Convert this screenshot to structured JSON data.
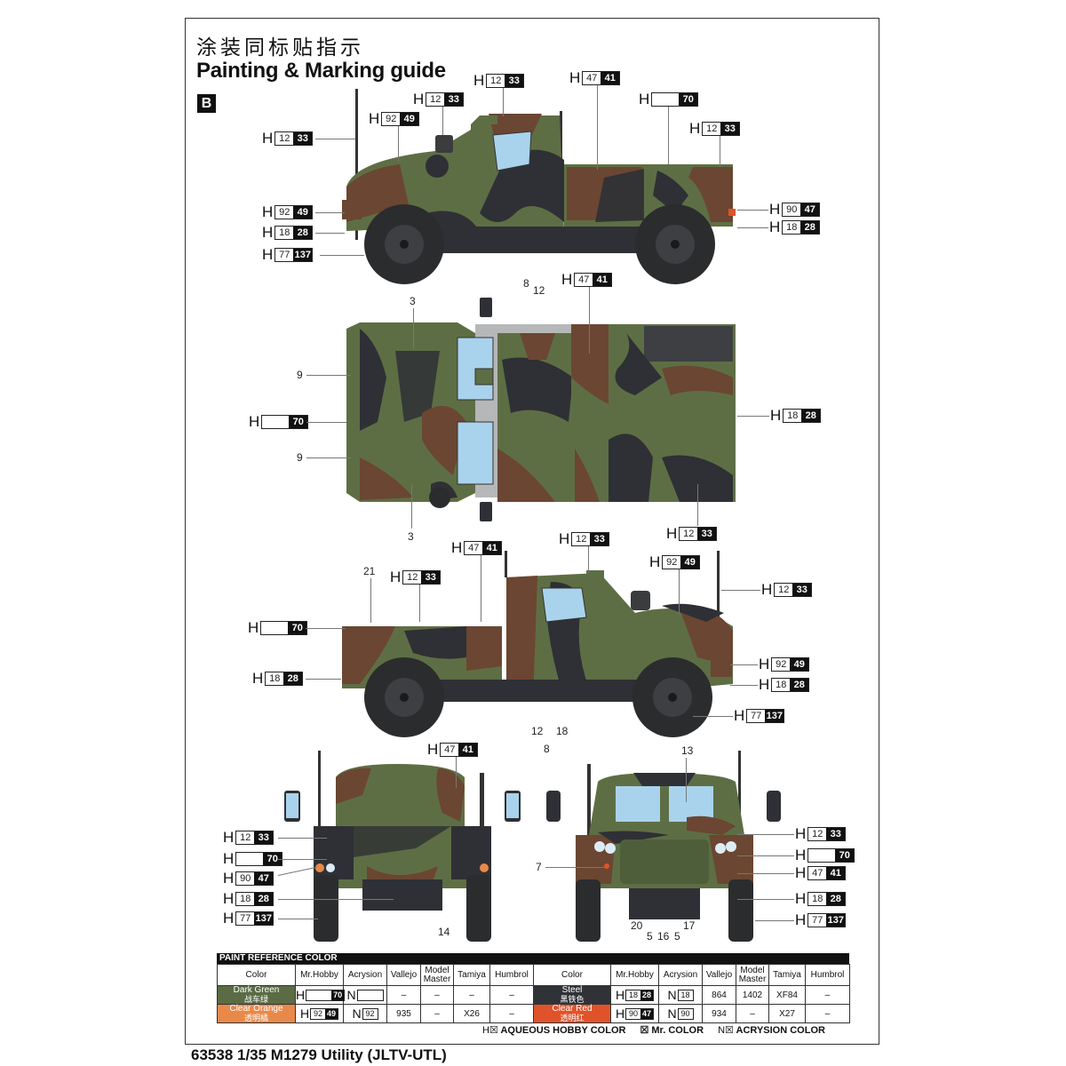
{
  "header": {
    "title_cn": "涂装同标贴指示",
    "title_en": "Painting & Marking guide",
    "scheme_badge": "B"
  },
  "footer": {
    "product_title": "63538 1/35 M1279 Utility (JLTV-UTL)"
  },
  "camo_colors": {
    "green": "#5e6e44",
    "brown": "#6b4632",
    "black": "#2e3035",
    "glass": "#a9d3ec",
    "tire": "#2b2c2e"
  },
  "views": {
    "right_side": {
      "callouts": [
        {
          "prefix": "H",
          "white": "12",
          "black": "33"
        },
        {
          "prefix": "H",
          "white": "92",
          "black": "49"
        },
        {
          "prefix": "H",
          "white": "12",
          "black": "33"
        },
        {
          "prefix": "H",
          "white": "12",
          "black": "33"
        },
        {
          "prefix": "H",
          "white": "47",
          "black": "41"
        },
        {
          "prefix": "H",
          "white": "",
          "black": "70"
        },
        {
          "prefix": "H",
          "white": "12",
          "black": "33"
        },
        {
          "prefix": "H",
          "white": "92",
          "black": "49"
        },
        {
          "prefix": "H",
          "white": "18",
          "black": "28"
        },
        {
          "prefix": "H",
          "white": "77",
          "black": "137"
        },
        {
          "prefix": "H",
          "white": "90",
          "black": "47"
        },
        {
          "prefix": "H",
          "white": "18",
          "black": "28"
        }
      ],
      "decal_numbers": [
        "8",
        "12"
      ]
    },
    "top": {
      "callouts": [
        {
          "prefix": "H",
          "white": "47",
          "black": "41"
        },
        {
          "prefix": "H",
          "white": "",
          "black": "70"
        },
        {
          "prefix": "H",
          "white": "18",
          "black": "28"
        },
        {
          "prefix": "H",
          "white": "12",
          "black": "33"
        }
      ],
      "decal_numbers": [
        "3",
        "9",
        "9",
        "3"
      ]
    },
    "left_side": {
      "callouts": [
        {
          "prefix": "H",
          "white": "47",
          "black": "41"
        },
        {
          "prefix": "H",
          "white": "12",
          "black": "33"
        },
        {
          "prefix": "H",
          "white": "12",
          "black": "33"
        },
        {
          "prefix": "H",
          "white": "92",
          "black": "49"
        },
        {
          "prefix": "H",
          "white": "12",
          "black": "33"
        },
        {
          "prefix": "H",
          "white": "",
          "black": "70"
        },
        {
          "prefix": "H",
          "white": "92",
          "black": "49"
        },
        {
          "prefix": "H",
          "white": "18",
          "black": "28"
        },
        {
          "prefix": "H",
          "white": "18",
          "black": "28"
        },
        {
          "prefix": "H",
          "white": "77",
          "black": "137"
        }
      ],
      "decal_numbers": [
        "21",
        "12",
        "18",
        "8"
      ]
    },
    "rear": {
      "callouts": [
        {
          "prefix": "H",
          "white": "47",
          "black": "41"
        },
        {
          "prefix": "H",
          "white": "12",
          "black": "33"
        },
        {
          "prefix": "H",
          "white": "",
          "black": "70"
        },
        {
          "prefix": "H",
          "white": "90",
          "black": "47"
        },
        {
          "prefix": "H",
          "white": "18",
          "black": "28"
        },
        {
          "prefix": "H",
          "white": "77",
          "black": "137"
        }
      ],
      "decal_numbers": [
        "14"
      ]
    },
    "front": {
      "callouts": [
        {
          "prefix": "H",
          "white": "12",
          "black": "33"
        },
        {
          "prefix": "H",
          "white": "",
          "black": "70"
        },
        {
          "prefix": "H",
          "white": "47",
          "black": "41"
        },
        {
          "prefix": "H",
          "white": "18",
          "black": "28"
        },
        {
          "prefix": "H",
          "white": "77",
          "black": "137"
        }
      ],
      "decal_numbers": [
        "13",
        "7",
        "20",
        "5",
        "16",
        "5",
        "17"
      ]
    }
  },
  "paint_reference": {
    "title": "PAINT  REFERENCE COLOR",
    "columns": [
      "Color",
      "Mr.Hobby",
      "Acrysion",
      "Vallejo",
      "Model Master",
      "Tamiya",
      "Humbrol"
    ],
    "left_rows": [
      {
        "name": "Dark Green",
        "name_cn": "战车绿",
        "swatch": "#5a6b45",
        "mrhobby_h": "",
        "mrhobby_c": "70",
        "acrysion": "",
        "vallejo": "–",
        "model_master": "–",
        "tamiya": "–",
        "humbrol": "–"
      },
      {
        "name": "Clear Orange",
        "name_cn": "透明橘",
        "swatch": "#e8894a",
        "mrhobby_h": "92",
        "mrhobby_c": "49",
        "acrysion": "92",
        "vallejo": "935",
        "model_master": "–",
        "tamiya": "X26",
        "humbrol": "–"
      }
    ],
    "right_rows": [
      {
        "name": "Steel",
        "name_cn": "黑铁色",
        "swatch": "#2f3338",
        "mrhobby_h": "18",
        "mrhobby_c": "28",
        "acrysion": "18",
        "vallejo": "864",
        "model_master": "1402",
        "tamiya": "XF84",
        "humbrol": "–"
      },
      {
        "name": "Clear Red",
        "name_cn": "透明红",
        "swatch": "#e0532a",
        "mrhobby_h": "90",
        "mrhobby_c": "47",
        "acrysion": "90",
        "vallejo": "934",
        "model_master": "–",
        "tamiya": "X27",
        "humbrol": "–"
      }
    ],
    "prefix_h": "H",
    "prefix_n": "N",
    "legend": [
      {
        "mark": "H☒",
        "label": "AQUEOUS HOBBY COLOR"
      },
      {
        "mark": "☒",
        "label": "Mr. COLOR"
      },
      {
        "mark": "N☒",
        "label": "ACRYSION COLOR"
      }
    ]
  }
}
